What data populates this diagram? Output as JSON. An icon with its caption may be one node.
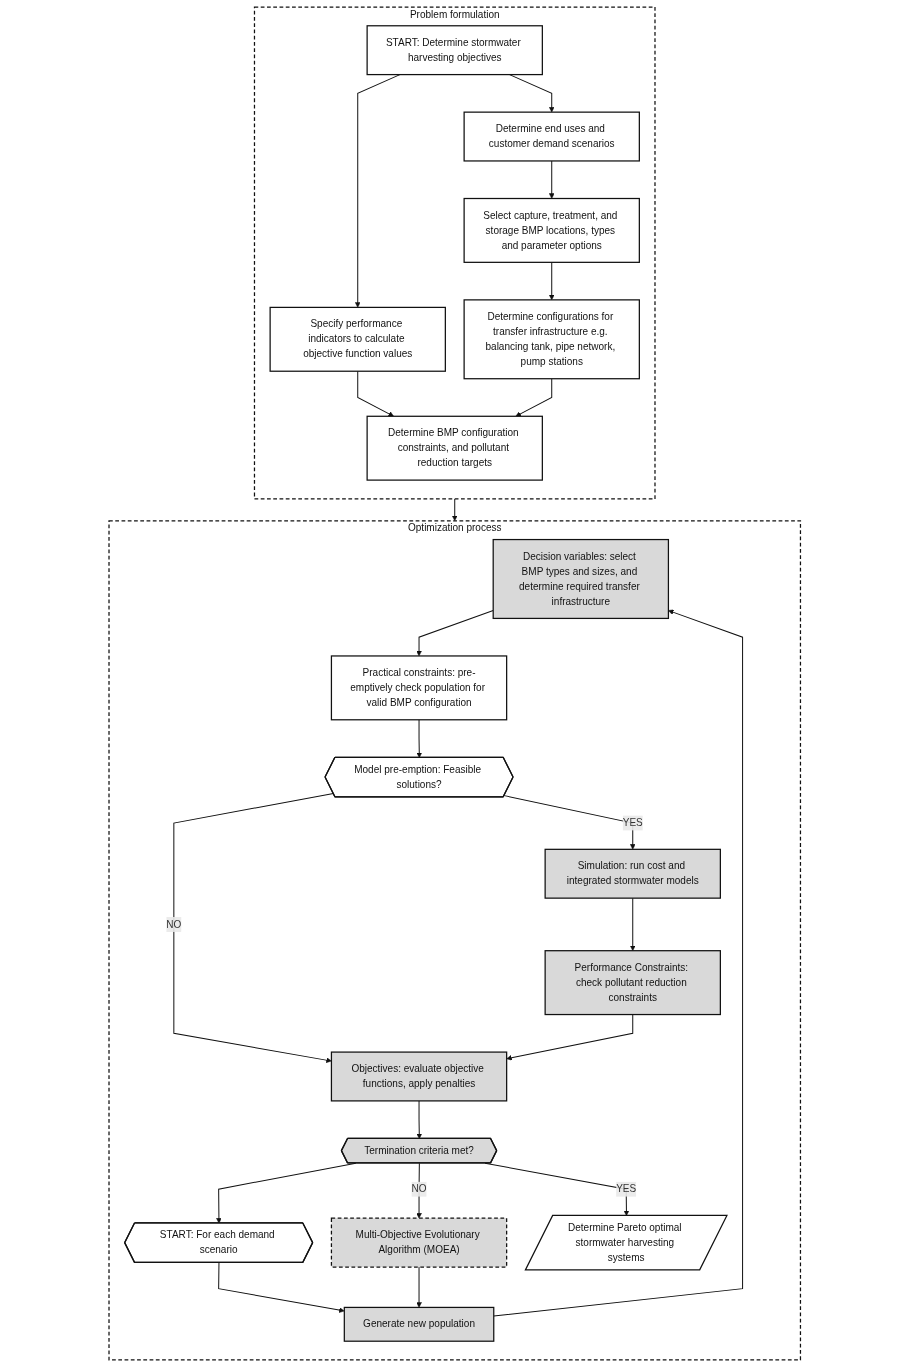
{
  "diagram": {
    "nodes": [
      {
        "text": [
          "Problem formulation"
        ]
      },
      {
        "text": [
          "START: Determine stormwater harvesting objectives"
        ],
        "in": 0
      },
      {
        "text": [
          "Determine end uses and customer demand scenarios"
        ],
        "in": 0
      },
      {
        "text": [
          "Specify performance indicators to calculate objective function values"
        ],
        "in": 0
      },
      {
        "text": [
          "Select capture, treatment, and storage BMP locations, types and parameter options"
        ],
        "in": 0
      },
      {
        "text": [
          "Determine BMP configuration constraints, and pollutant reduction targets"
        ],
        "in": 0
      },
      {
        "text": [
          "Determine configurations for transfer infrastructure e.g. balancing tank, pipe network, pump stations"
        ],
        "in": 0
      },
      {
        "text": [
          "Optimization process"
        ]
      },
      {
        "text": [
          "Decision variables: select BMP types and sizes, and determine required transfer infrastructure"
        ],
        "in": 7
      },
      {
        "text": [
          "START: For each demand scenario"
        ],
        "in": 7
      },
      {
        "text": [
          "Practical constraints: pre-emptively check population for valid BMP configuration"
        ],
        "in": 7
      },
      {
        "text": [
          "Generate new population"
        ],
        "in": 7
      },
      {
        "text": [
          "Model pre-emption: Feasible solutions?"
        ],
        "in": 7
      },
      {
        "text": [
          "Simulation: run cost and integrated stormwater models"
        ],
        "in": 7
      },
      {
        "text": [
          "Performance Constraints: check pollutant reduction constraints"
        ],
        "in": 7
      },
      {
        "text": [
          "Multi-Objective Evolutionary Algorithm (MOEA)"
        ],
        "in": 7
      },
      {
        "text": [
          "Objectives: evaluate objective functions, apply penalties"
        ],
        "in": 7
      },
      {
        "text": [
          "Termination criteria met?"
        ],
        "in": 7
      },
      {
        "text": [
          "Determine Pareto optimal stormwater harvesting systems"
        ],
        "in": 7
      }
    ],
    "edges": [
      {
        "from": 1,
        "to": 2,
        "arrow": "to"
      },
      {
        "from": 1,
        "to": 3,
        "arrow": "to"
      },
      {
        "from": 2,
        "to": 4,
        "arrow": "to"
      },
      {
        "from": 3,
        "to": 5,
        "arrow": "to"
      },
      {
        "from": 4,
        "to": 6,
        "arrow": "to"
      },
      {
        "from": 6,
        "to": 5,
        "arrow": "to"
      },
      {
        "from": 0,
        "to": 7,
        "arrow": "to"
      },
      {
        "from": 9,
        "to": 11,
        "arrow": "to"
      },
      {
        "from": 11,
        "to": 8,
        "arrow": "to"
      },
      {
        "from": 8,
        "to": 10,
        "arrow": "to"
      },
      {
        "from": 10,
        "to": 12,
        "arrow": "to"
      },
      {
        "from": 12,
        "to": 13,
        "label": "YES",
        "arrow": "to"
      },
      {
        "from": 12,
        "to": 16,
        "label": "NO",
        "arrow": "to"
      },
      {
        "from": 13,
        "to": 14,
        "arrow": "to"
      },
      {
        "from": 14,
        "to": 16,
        "arrow": "to"
      },
      {
        "from": 16,
        "to": 17,
        "arrow": "to"
      },
      {
        "from": 17,
        "to": 15,
        "label": "NO",
        "arrow": "to"
      },
      {
        "from": 15,
        "to": 11,
        "arrow": "to"
      },
      {
        "from": 17,
        "to": 18,
        "label": "YES",
        "arrow": "to"
      },
      {
        "from": 17,
        "to": 9,
        "arrow": "to"
      }
    ]
  }
}
